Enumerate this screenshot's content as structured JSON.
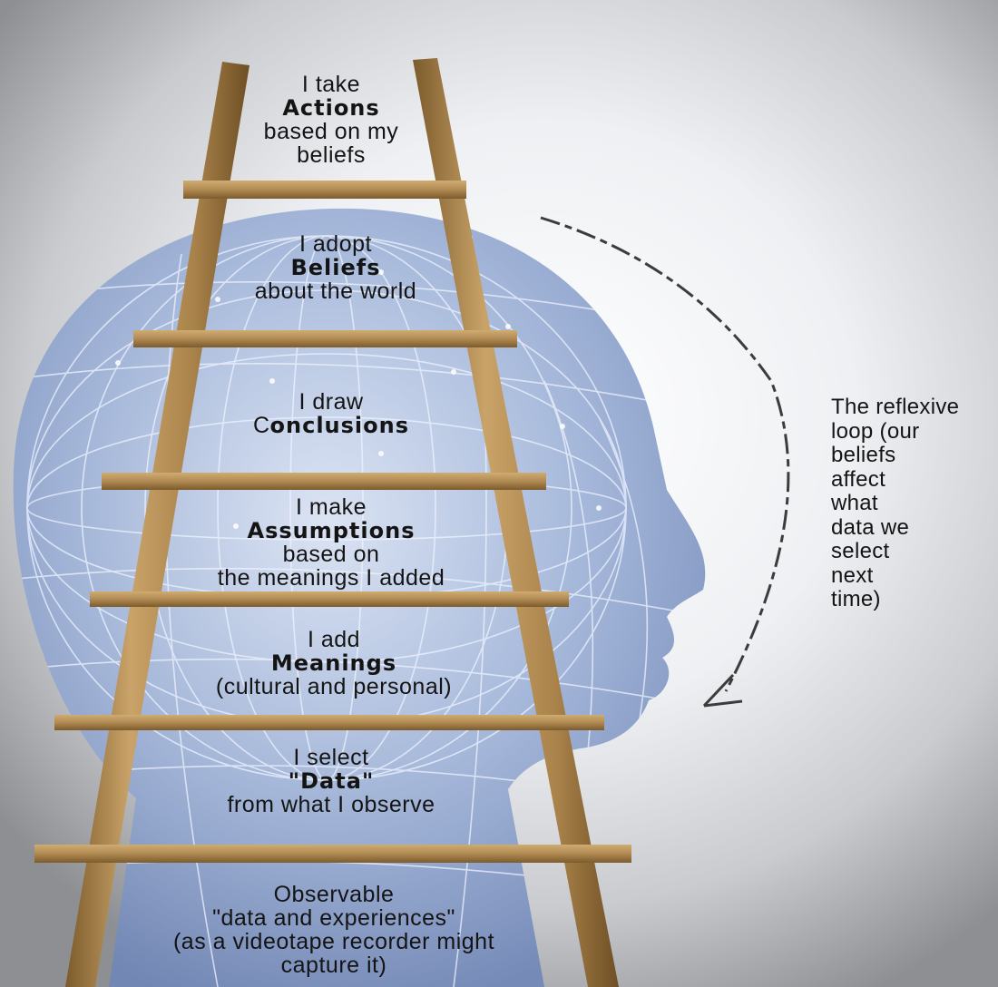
{
  "ladder": {
    "rungs": [
      {
        "pre": "I take",
        "bold": "Actions",
        "post": [
          "based on my",
          "beliefs"
        ]
      },
      {
        "pre": "I adopt",
        "bold": "Beliefs",
        "post": [
          "about the world"
        ]
      },
      {
        "pre": "I draw",
        "cap": "C",
        "bold": "onclusions",
        "post": []
      },
      {
        "pre": "I make",
        "bold": "Assumptions",
        "post": [
          "based on",
          "the meanings I added"
        ]
      },
      {
        "pre": "I add",
        "bold": "Meanings",
        "post": [
          "(cultural and personal)"
        ]
      },
      {
        "pre": "I select",
        "bold": "\"Data\"",
        "post": [
          "from what I observe"
        ]
      },
      {
        "pre": "Observable",
        "bold": "",
        "post": [
          "\"data and experiences\"",
          "(as a videotape recorder might",
          "capture it)"
        ]
      }
    ]
  },
  "reflexive_loop": {
    "caption_lines": [
      "The reflexive",
      "loop (our",
      "beliefs",
      "affect",
      "what",
      "data we",
      "select",
      "next",
      "time)"
    ]
  },
  "colors": {
    "wood": "#b08a52",
    "wood_dark": "#7c5b2c",
    "head_blue": "#8fa6cf",
    "text": "#141414"
  }
}
